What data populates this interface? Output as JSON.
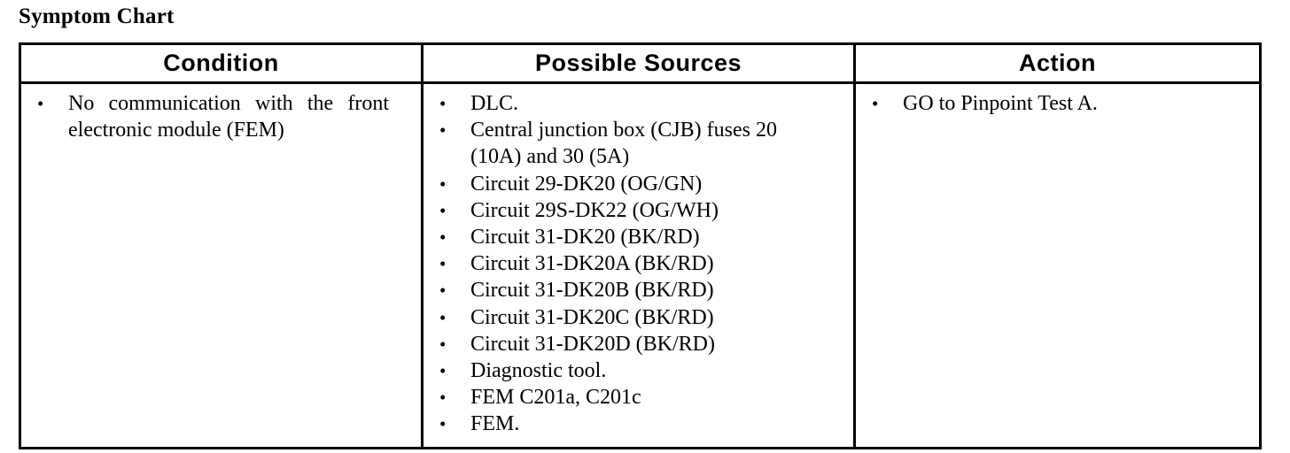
{
  "document": {
    "title": "Symptom Chart"
  },
  "table": {
    "headers": {
      "condition": "Condition",
      "sources": "Possible Sources",
      "action": "Action"
    },
    "rows": [
      {
        "condition": [
          "No communication with the front electronic module (FEM)"
        ],
        "sources": [
          "DLC.",
          "Central junction box (CJB) fuses 20 (10A) and 30 (5A)",
          "Circuit 29-DK20 (OG/GN)",
          "Circuit 29S-DK22 (OG/WH)",
          "Circuit 31-DK20 (BK/RD)",
          "Circuit 31-DK20A (BK/RD)",
          "Circuit 31-DK20B (BK/RD)",
          "Circuit 31-DK20C (BK/RD)",
          "Circuit 31-DK20D (BK/RD)",
          "Diagnostic tool.",
          "FEM C201a, C201c",
          "FEM."
        ],
        "action": [
          "GO to Pinpoint Test A."
        ]
      }
    ]
  },
  "colors": {
    "ink": "#000000",
    "paper": "#ffffff"
  }
}
